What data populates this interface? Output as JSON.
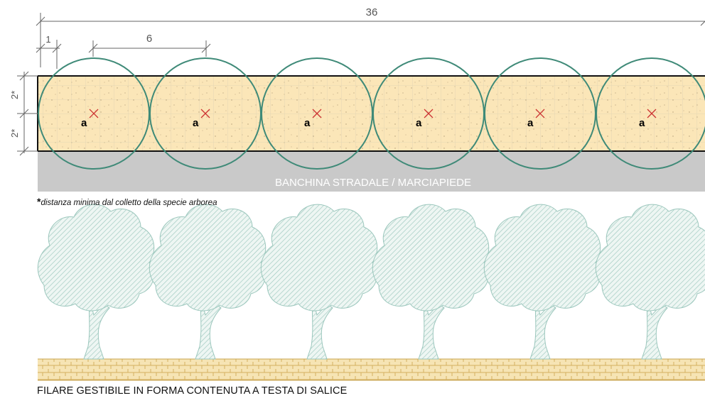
{
  "plan": {
    "total_length_label": "36",
    "offset_label": "1",
    "spacing_label": "6",
    "side_offset_labels": [
      "2*",
      "2*"
    ],
    "tree_labels": [
      "a",
      "a",
      "a",
      "a",
      "a",
      "a"
    ],
    "road_label": "BANCHINA STRADALE / MARCIAPIEDE",
    "footnote_mark": "*",
    "footnote_text": "distanza minima dal colletto della specie arborea"
  },
  "elevation": {
    "caption": "FILARE GESTIBILE IN FORMA CONTENUTA A TESTA DI SALICE",
    "tree_count": 6
  },
  "colors": {
    "planting_strip": "#fbe6b8",
    "canopy_circle": "#3f8a78",
    "tree_center_mark": "#cc3333",
    "road": "#c9c9c9",
    "tree_hatch": "#9cc7bd",
    "ground": "#e2c27a",
    "dimension_line": "#666666"
  },
  "icons": [
    "tree-center-cross-icon",
    "tree-silhouette-icon"
  ]
}
